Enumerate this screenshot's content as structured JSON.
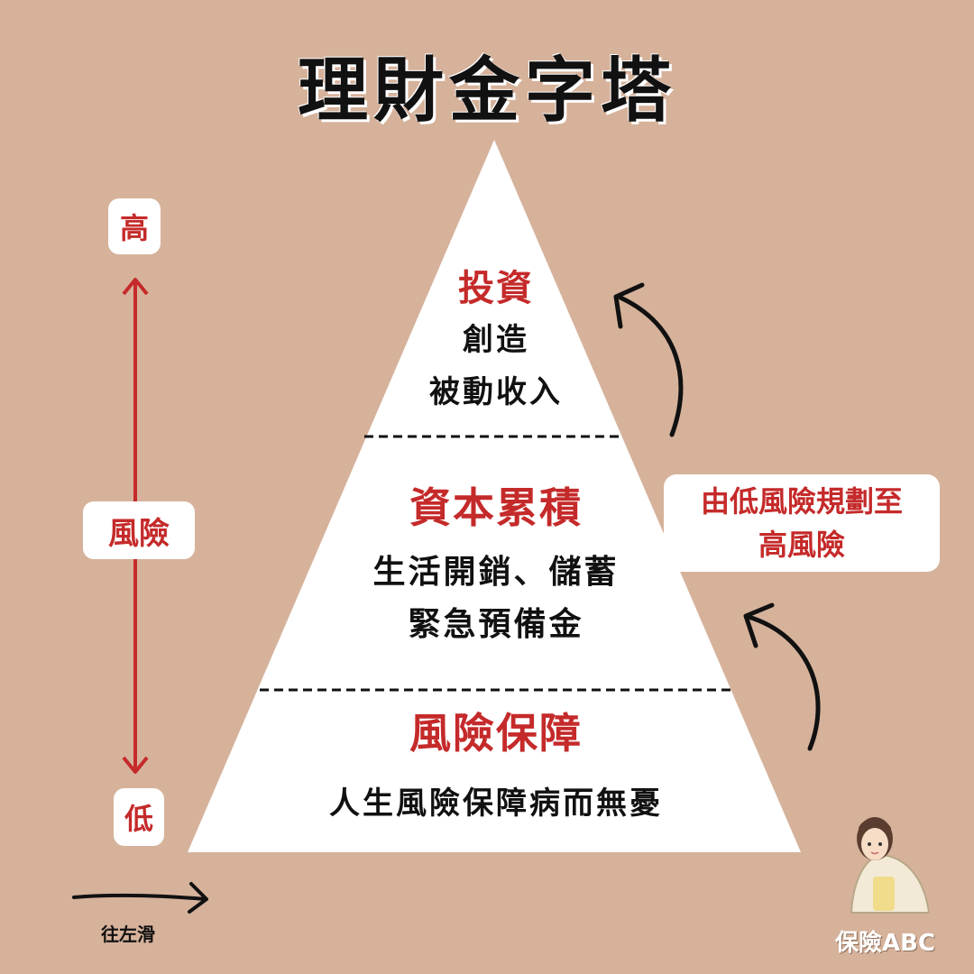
{
  "title": "理財金字塔",
  "pyramid": {
    "tiers": [
      {
        "heading": "投資",
        "lines": [
          "創造",
          "被動收入"
        ]
      },
      {
        "heading": "資本累積",
        "lines": [
          "生活開銷、儲蓄",
          "緊急預備金"
        ]
      },
      {
        "heading": "風險保障",
        "lines": [
          "人生風險保障病而無憂"
        ]
      }
    ]
  },
  "risk_axis": {
    "high": "高",
    "label": "風險",
    "low": "低"
  },
  "note": [
    "由低風險規劃至",
    "高風險"
  ],
  "swipe_hint": "往左滑",
  "brand": "保險ABC",
  "colors": {
    "background": "#d6b29b",
    "accent": "#c52a2a",
    "text": "#111111",
    "panel": "#ffffff"
  },
  "icons": {
    "risk_arrow": "double-arrow-icon",
    "progress_arrows": "curved-arrow-icon",
    "swipe": "arrow-right-icon",
    "mascot": "person-illustration-icon"
  }
}
